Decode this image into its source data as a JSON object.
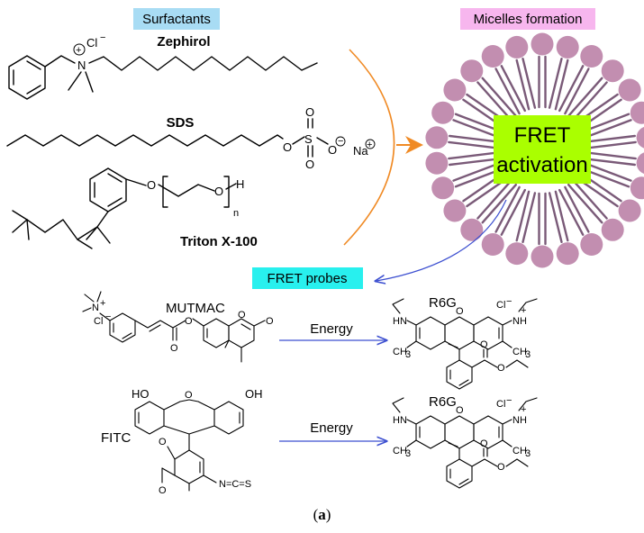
{
  "surfactants": {
    "header": "Surfactants",
    "header_color": "#a8dcf4",
    "zephirol": {
      "name": "Zephirol",
      "counter_ion": "Cl",
      "atom_n": "N"
    },
    "sds": {
      "name": "SDS",
      "counter_ion": "Na",
      "o": "O",
      "s": "S"
    },
    "triton": {
      "name": "Triton X-100",
      "o": "O",
      "h": "H",
      "n": "n"
    }
  },
  "micelles": {
    "header": "Micelles formation",
    "header_color": "#f7b6ee",
    "center_line1": "FRET",
    "center_line2": "activation",
    "center_color": "#aaff00",
    "head_color": "#c28eb0"
  },
  "probes": {
    "header": "FRET probes",
    "header_color": "#28f0ee",
    "mutmac": {
      "name": "MUTMAC",
      "energy": "Energy",
      "acceptor": "R6G",
      "n": "N",
      "cl": "Cl",
      "o": "O"
    },
    "fitc": {
      "name": "FITC",
      "energy": "Energy",
      "acceptor": "R6G",
      "ho": "HO",
      "oh": "OH",
      "o": "O",
      "ncs": "N=C=S"
    },
    "r6g": {
      "hn": "HN",
      "nh": "NH",
      "o": "O",
      "cl": "Cl",
      "ch3": "CH",
      "sub3": "3"
    }
  },
  "caption": {
    "open": "(",
    "label": "a",
    "close": ")"
  }
}
